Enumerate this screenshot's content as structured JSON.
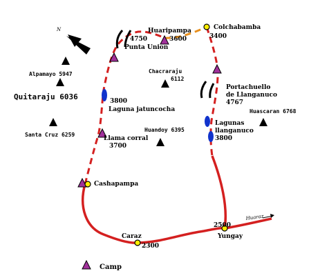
{
  "colors": {
    "road": "#d42020",
    "trail_red": "#d42020",
    "trail_orange": "#e8901e",
    "lake": "#1133cc",
    "camp_fill": "#a0309a",
    "town_fill": "#ffee00",
    "peak": "#000000"
  },
  "places": {
    "huaripampa": "Huaripampa",
    "huaripampa_elev": "3600",
    "colchabamba": "Colchabamba",
    "colchabamba_elev": "3400",
    "punta_union": "Punta Union",
    "punta_union_elev": "4750",
    "laguna_jatuncocha": "Laguna jatuncocha",
    "laguna_jatuncocha_elev": "3800",
    "llama_corral": "Llama corral",
    "llama_corral_elev": "3700",
    "cashapampa": "Cashapampa",
    "portachuello": "Portachuello",
    "portachuello_2": "de Llanganuco",
    "portachuello_elev": "4767",
    "lagunas": "Lagunas",
    "lagunas_2": "llanganuco",
    "lagunas_elev": "3800",
    "caraz": "Caraz",
    "caraz_elev": "2300",
    "yungay": "Yungay",
    "yungay_elev": "2500",
    "huaraz": "Huaraz"
  },
  "peaks": {
    "alpamayo": "Alpamayo 5947",
    "quitaraju": "Quitaraju 6036",
    "santa_cruz": "Santa Cruz 6259",
    "chacraraju": "Chacraraju",
    "chacraraju_elev": "6112",
    "huandoy": "Huandoy 6395",
    "huascaran": "Huascaran 6768"
  },
  "compass": {
    "north_label": "N"
  },
  "legend": {
    "camp_label": "Camp"
  }
}
